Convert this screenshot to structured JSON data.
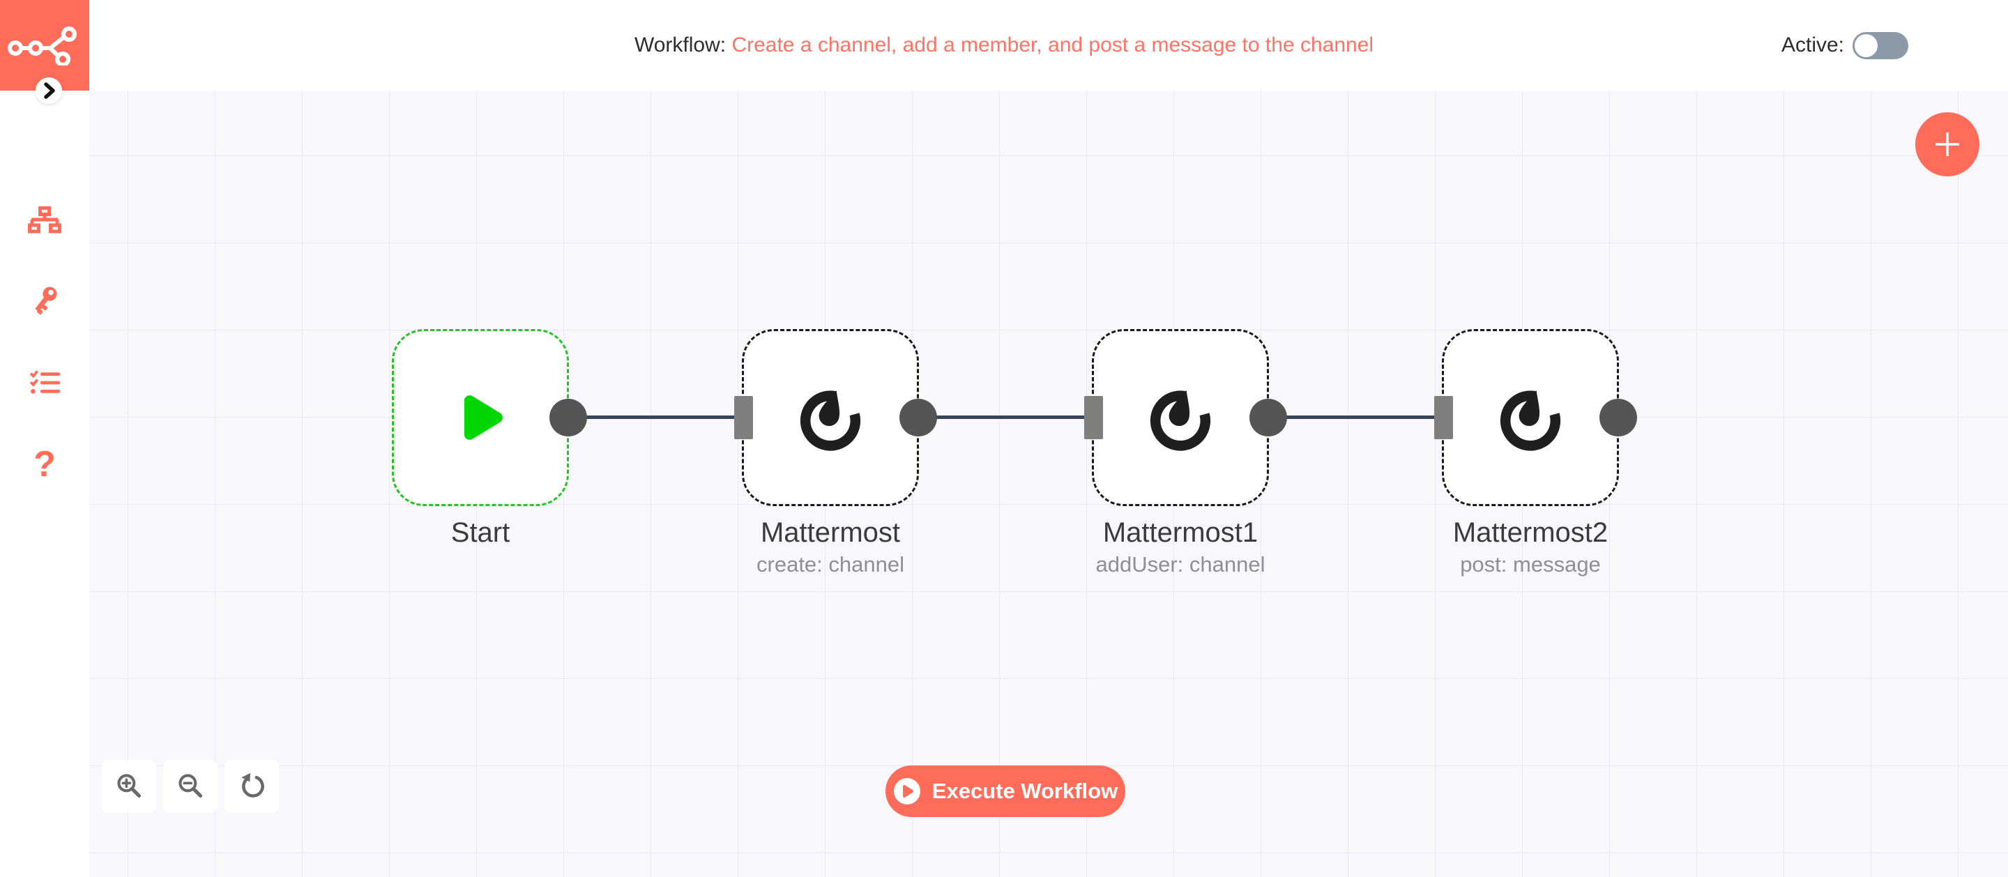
{
  "header": {
    "workflow_label": "Workflow:",
    "workflow_title": "Create a channel, add a member, and post a message to the channel",
    "active_label": "Active:",
    "active_state": "off"
  },
  "sidebar": {
    "logo_icon": "n8n-nodes-logo-icon",
    "collapse_icon": "chevron-right-icon",
    "items": [
      {
        "icon": "workflows-sitemap-icon"
      },
      {
        "icon": "credentials-key-icon"
      },
      {
        "icon": "executions-checklist-icon"
      },
      {
        "icon": "help-question-mark-icon",
        "glyph": "?"
      }
    ]
  },
  "canvas": {
    "nodes": [
      {
        "id": "start",
        "name": "Start",
        "sublabel": "",
        "icon": "play-icon",
        "style": "green",
        "has_input": false,
        "has_output": true
      },
      {
        "id": "mattermost",
        "name": "Mattermost",
        "sublabel": "create: channel",
        "icon": "mattermost-icon",
        "style": "black",
        "has_input": true,
        "has_output": true
      },
      {
        "id": "mattermost1",
        "name": "Mattermost1",
        "sublabel": "addUser: channel",
        "icon": "mattermost-icon",
        "style": "black",
        "has_input": true,
        "has_output": true
      },
      {
        "id": "mattermost2",
        "name": "Mattermost2",
        "sublabel": "post: message",
        "icon": "mattermost-icon",
        "style": "black",
        "has_input": true,
        "has_output": true
      }
    ],
    "connections": [
      [
        0,
        1
      ],
      [
        1,
        2
      ],
      [
        2,
        3
      ]
    ],
    "execute_button_label": "Execute Workflow",
    "zoom_controls": [
      "zoom-in",
      "zoom-out",
      "zoom-reset"
    ],
    "add_node_button": "plus"
  },
  "colors": {
    "accent": "#ff6d5a",
    "title_accent": "#ff7364",
    "node_green_border": "#23c423",
    "play_green": "#04d604",
    "connection_line": "#36455a",
    "output_port": "#555555",
    "input_port": "#7f7f7f",
    "canvas_bg": "#f8f7fc",
    "grid_line": "#e9e6f7",
    "toggle_off_bg": "#8b99a9",
    "control_icon": "#696969",
    "text_dark": "#2d2d2d",
    "text_muted": "#8f8f8f"
  }
}
